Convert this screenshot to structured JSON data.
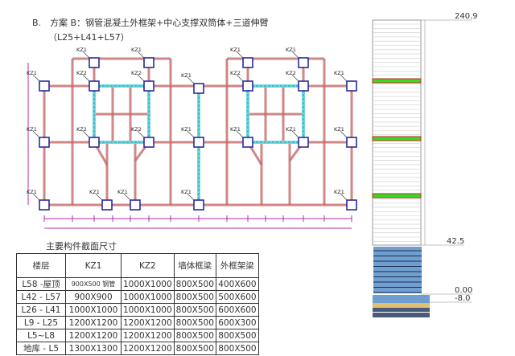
{
  "title": "B.　方案 B：钢管混凝土外框架+中心支撑双筒体+三道伸臂",
  "subtitle": "（L25+L41+L57）",
  "plan": {
    "column_labels": [
      "KZ1",
      "KZ1",
      "KZ1",
      "KZ2",
      "KZ2",
      "KZ1",
      "KZ2",
      "KZ2",
      "KZ1",
      "KZ1",
      "KZ1",
      "KZ2",
      "KZ2",
      "KZ1",
      "KZ1",
      "KZ1",
      "KZ1",
      "KZ1",
      "KZ1",
      "KZ1",
      "KZ1",
      "KZ1",
      "KZ1"
    ]
  },
  "table": {
    "title": "主要构件截面尺寸",
    "headers": [
      "楼层",
      "KZ1",
      "KZ2",
      "墙体框梁",
      "外框架梁"
    ],
    "rows": [
      [
        "L58 -屋顶",
        "900X500 钢管",
        "1000X1000",
        "800X500",
        "400X600"
      ],
      [
        "L42 - L57",
        "900X900",
        "1000X1000",
        "800X500",
        "500X600"
      ],
      [
        "L26 - L41",
        "1000X1000",
        "1000X1000",
        "800X500",
        "600X600"
      ],
      [
        "L9 - L25",
        "1200X1200",
        "1200X1200",
        "800X500",
        "600X300"
      ],
      [
        "L5~L8",
        "1200X1200",
        "1200X1200",
        "800X500",
        "800X500"
      ],
      [
        "地库 - L5",
        "1300X1300",
        "1200X1200",
        "800X500",
        "800X500"
      ]
    ]
  },
  "elevation": {
    "levels": [
      "240.9",
      "42.5",
      "0.00",
      "-8.0"
    ],
    "colors": {
      "outrigger": "#33dd22",
      "outrigger_border": "#cc2222",
      "podium": "#6f9ed0",
      "basement_dark": "#4a5a7a",
      "basement_tan": "#e0c070"
    }
  }
}
